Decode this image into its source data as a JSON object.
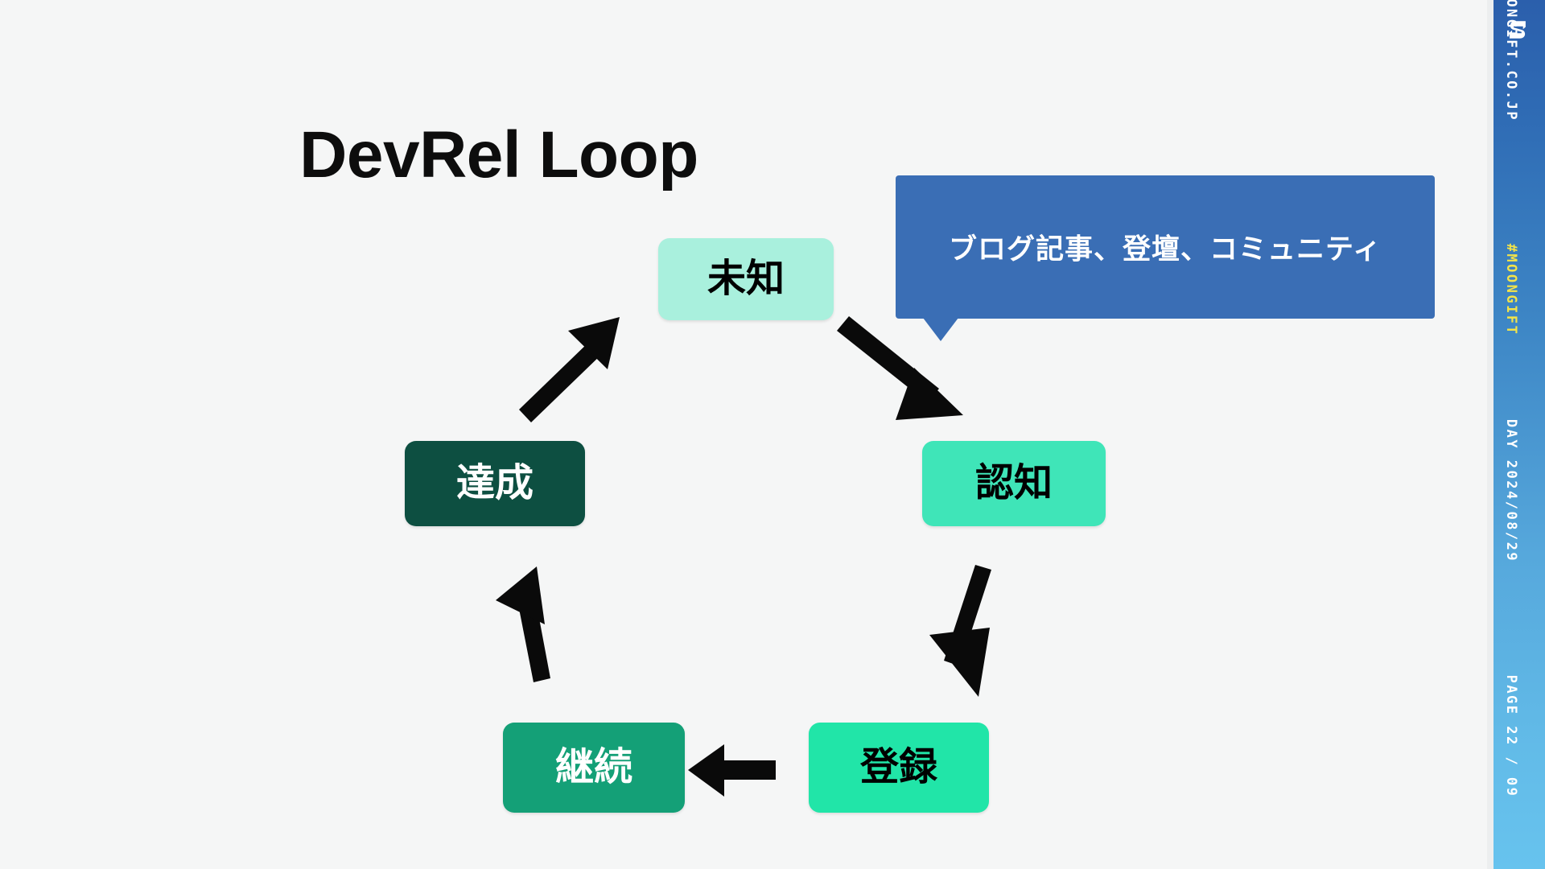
{
  "slide": {
    "title": "DevRel Loop",
    "background_color": "#f5f6f6"
  },
  "callout": {
    "text": "ブログ記事、登壇、コミュニティ",
    "color": "#3a6eb5",
    "text_color": "#ffffff",
    "points_to": "未知"
  },
  "loop": {
    "nodes": [
      {
        "id": "michi",
        "label": "未知",
        "bg": "#a9f0dd",
        "fg": "#000000"
      },
      {
        "id": "ninchi",
        "label": "認知",
        "bg": "#3fe5b8",
        "fg": "#000000"
      },
      {
        "id": "toroku",
        "label": "登録",
        "bg": "#21e5a8",
        "fg": "#000000"
      },
      {
        "id": "keizoku",
        "label": "継続",
        "bg": "#14a077",
        "fg": "#ffffff"
      },
      {
        "id": "tassei",
        "label": "達成",
        "bg": "#0d4f41",
        "fg": "#ffffff"
      }
    ],
    "edges": [
      {
        "from": "未知",
        "to": "認知",
        "direction": "down-right"
      },
      {
        "from": "認知",
        "to": "登録",
        "direction": "down-left"
      },
      {
        "from": "登録",
        "to": "継続",
        "direction": "left"
      },
      {
        "from": "継続",
        "to": "達成",
        "direction": "up"
      },
      {
        "from": "達成",
        "to": "未知",
        "direction": "up-right"
      }
    ]
  },
  "sidebar": {
    "logo_icon": "moongift-logo-icon",
    "brand": "MOONGIFT.CO.JP",
    "hashtag": "#MOONGIFT",
    "day": "DAY 2024/08/29",
    "page": "PAGE 22 / 09",
    "brand_color": "#ffffff",
    "hashtag_color": "#f2e34a"
  }
}
